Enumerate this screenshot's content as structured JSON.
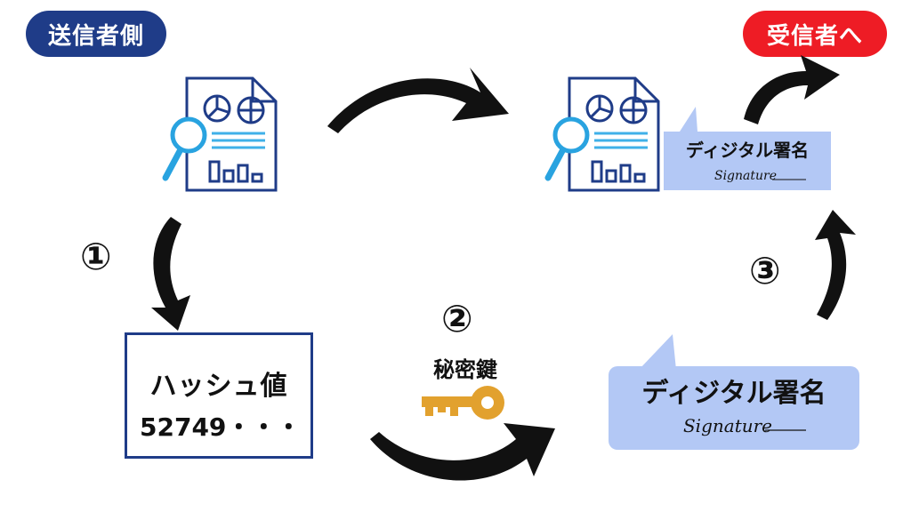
{
  "labels": {
    "sender": "送信者側",
    "receiver": "受信者へ",
    "step1": "①",
    "step2": "②",
    "step3": "③",
    "hash_title": "ハッシュ値",
    "hash_value": "52749・・・",
    "private_key": "秘密鍵",
    "signature_small": "ディジタル署名",
    "signature_large": "ディジタル署名",
    "signature_script": "Signature"
  },
  "colors": {
    "navy": "#1f3c88",
    "red": "#ee1c25",
    "doc_line": "#1f3c88",
    "magnifier": "#29a3e0",
    "text_lines": "#3fb0e8",
    "bubble": "#b3c8f5",
    "key": "#e2a12e",
    "arrow": "#111111"
  },
  "icons": {
    "document": "document-analytics-icon",
    "magnifier": "magnifier-icon",
    "key": "key-icon"
  }
}
